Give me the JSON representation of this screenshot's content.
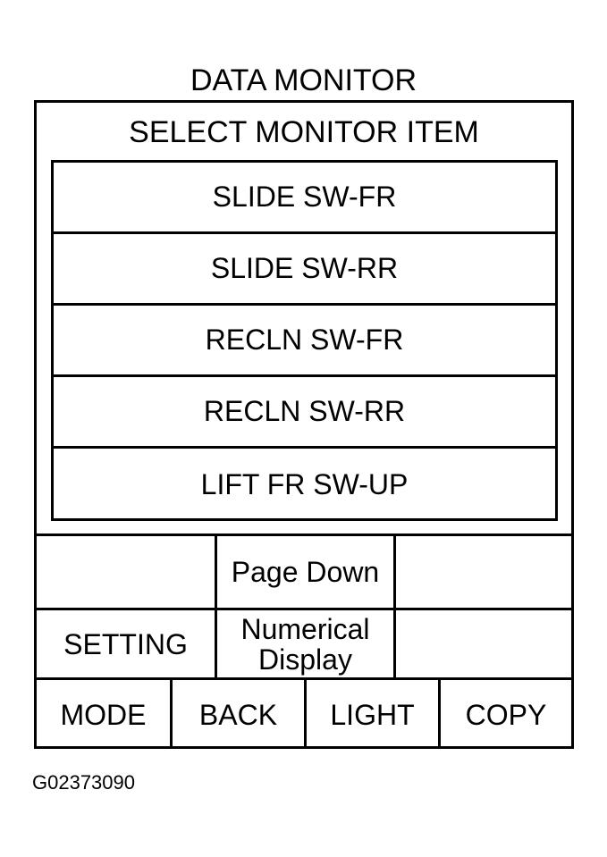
{
  "screen": {
    "title": "DATA MONITOR"
  },
  "list": {
    "header": "SELECT MONITOR ITEM",
    "items": [
      {
        "label": "SLIDE SW-FR"
      },
      {
        "label": "SLIDE SW-RR"
      },
      {
        "label": "RECLN SW-FR"
      },
      {
        "label": "RECLN SW-RR"
      },
      {
        "label": "LIFT FR SW-UP"
      }
    ]
  },
  "buttons": {
    "page_down": "Page Down",
    "setting": "SETTING",
    "numerical_line1": "Numerical",
    "numerical_line2": "Display",
    "mode": "MODE",
    "back": "BACK",
    "light": "LIGHT",
    "copy": "COPY"
  },
  "figure": {
    "code": "G02373090"
  }
}
